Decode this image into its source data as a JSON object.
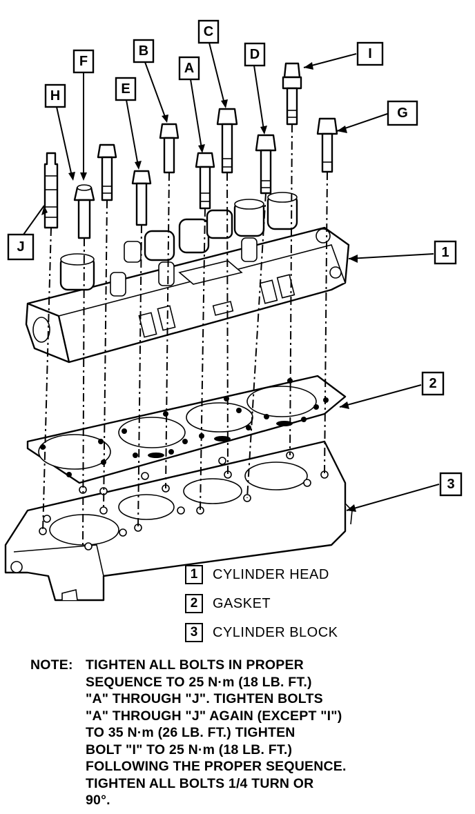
{
  "callouts": {
    "A": "A",
    "B": "B",
    "C": "C",
    "D": "D",
    "E": "E",
    "F": "F",
    "G": "G",
    "H": "H",
    "I": "I",
    "J": "J",
    "n1": "1",
    "n2": "2",
    "n3": "3"
  },
  "legend": [
    {
      "number": "1",
      "label": "CYLINDER HEAD"
    },
    {
      "number": "2",
      "label": "GASKET"
    },
    {
      "number": "3",
      "label": "CYLINDER BLOCK"
    }
  ],
  "note": {
    "label": "NOTE:",
    "lines": [
      "TIGHTEN ALL BOLTS IN PROPER",
      "SEQUENCE TO 25 N·m (18 LB. FT.)",
      "\"A\" THROUGH \"J\". TIGHTEN BOLTS",
      "\"A\" THROUGH \"J\" AGAIN (EXCEPT \"I\")",
      "TO 35 N·m (26 LB. FT.) TIGHTEN",
      "BOLT \"I\" TO 25 N·m (18 LB. FT.)",
      "FOLLOWING THE PROPER SEQUENCE.",
      "TIGHTEN ALL BOLTS 1/4 TURN OR",
      "90°."
    ]
  }
}
